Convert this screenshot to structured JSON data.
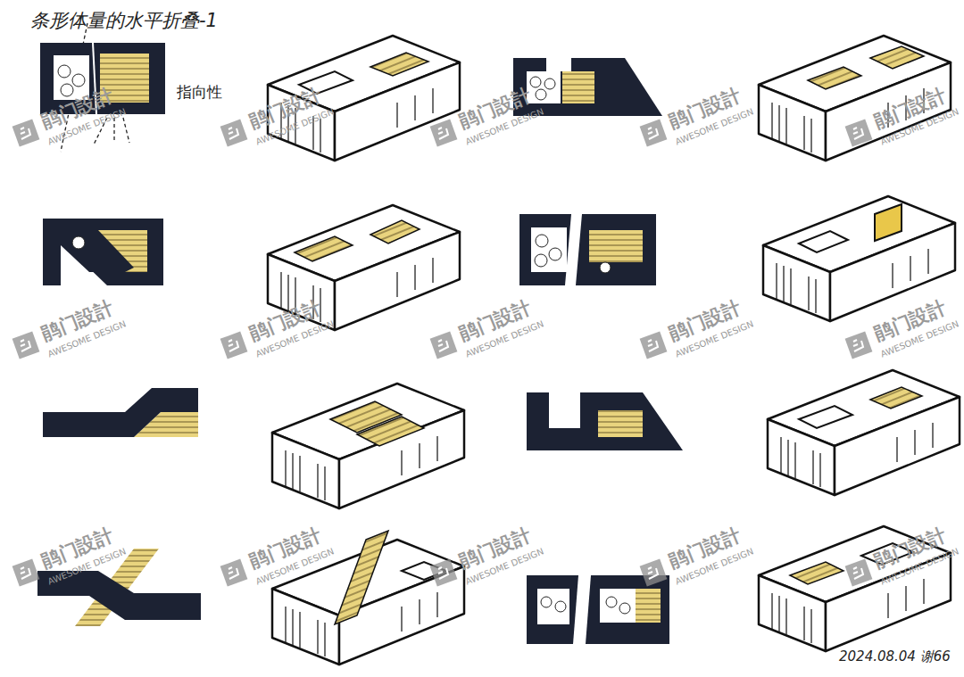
{
  "diagram": {
    "title": "条形体量的水平折叠-1",
    "labels": [
      "指向性",
      "鹃门設計",
      "AWESOME DESIGN",
      "鹃门設計",
      "AWESOME DESIGN",
      "鹃门設計",
      "AWESOME DESIGN",
      "鹃门設計",
      "AWESOME DESIGN",
      "鹃门設計",
      "AWESOME DESIGN",
      "鹃门設計",
      "AWESOME DESIGN",
      "鹃门設計",
      "AWESOME DESIGN",
      "鹃门設計",
      "AWESOME DESIGN",
      "鹃门設計",
      "AWESOME DESIGN",
      "鹃门設計",
      "AWESOME DESIGN",
      "鹃门設計",
      "AWESOME DESIGN",
      "鹃门設計",
      "AWESOME DESIGN",
      "鹃门設計",
      "AWESOME DESIGN",
      "鹃门設計",
      "AWESOME DESIGN",
      "鹃门設計",
      "AWESOME DESIGN",
      "2024.08.04 谢66"
    ]
  }
}
